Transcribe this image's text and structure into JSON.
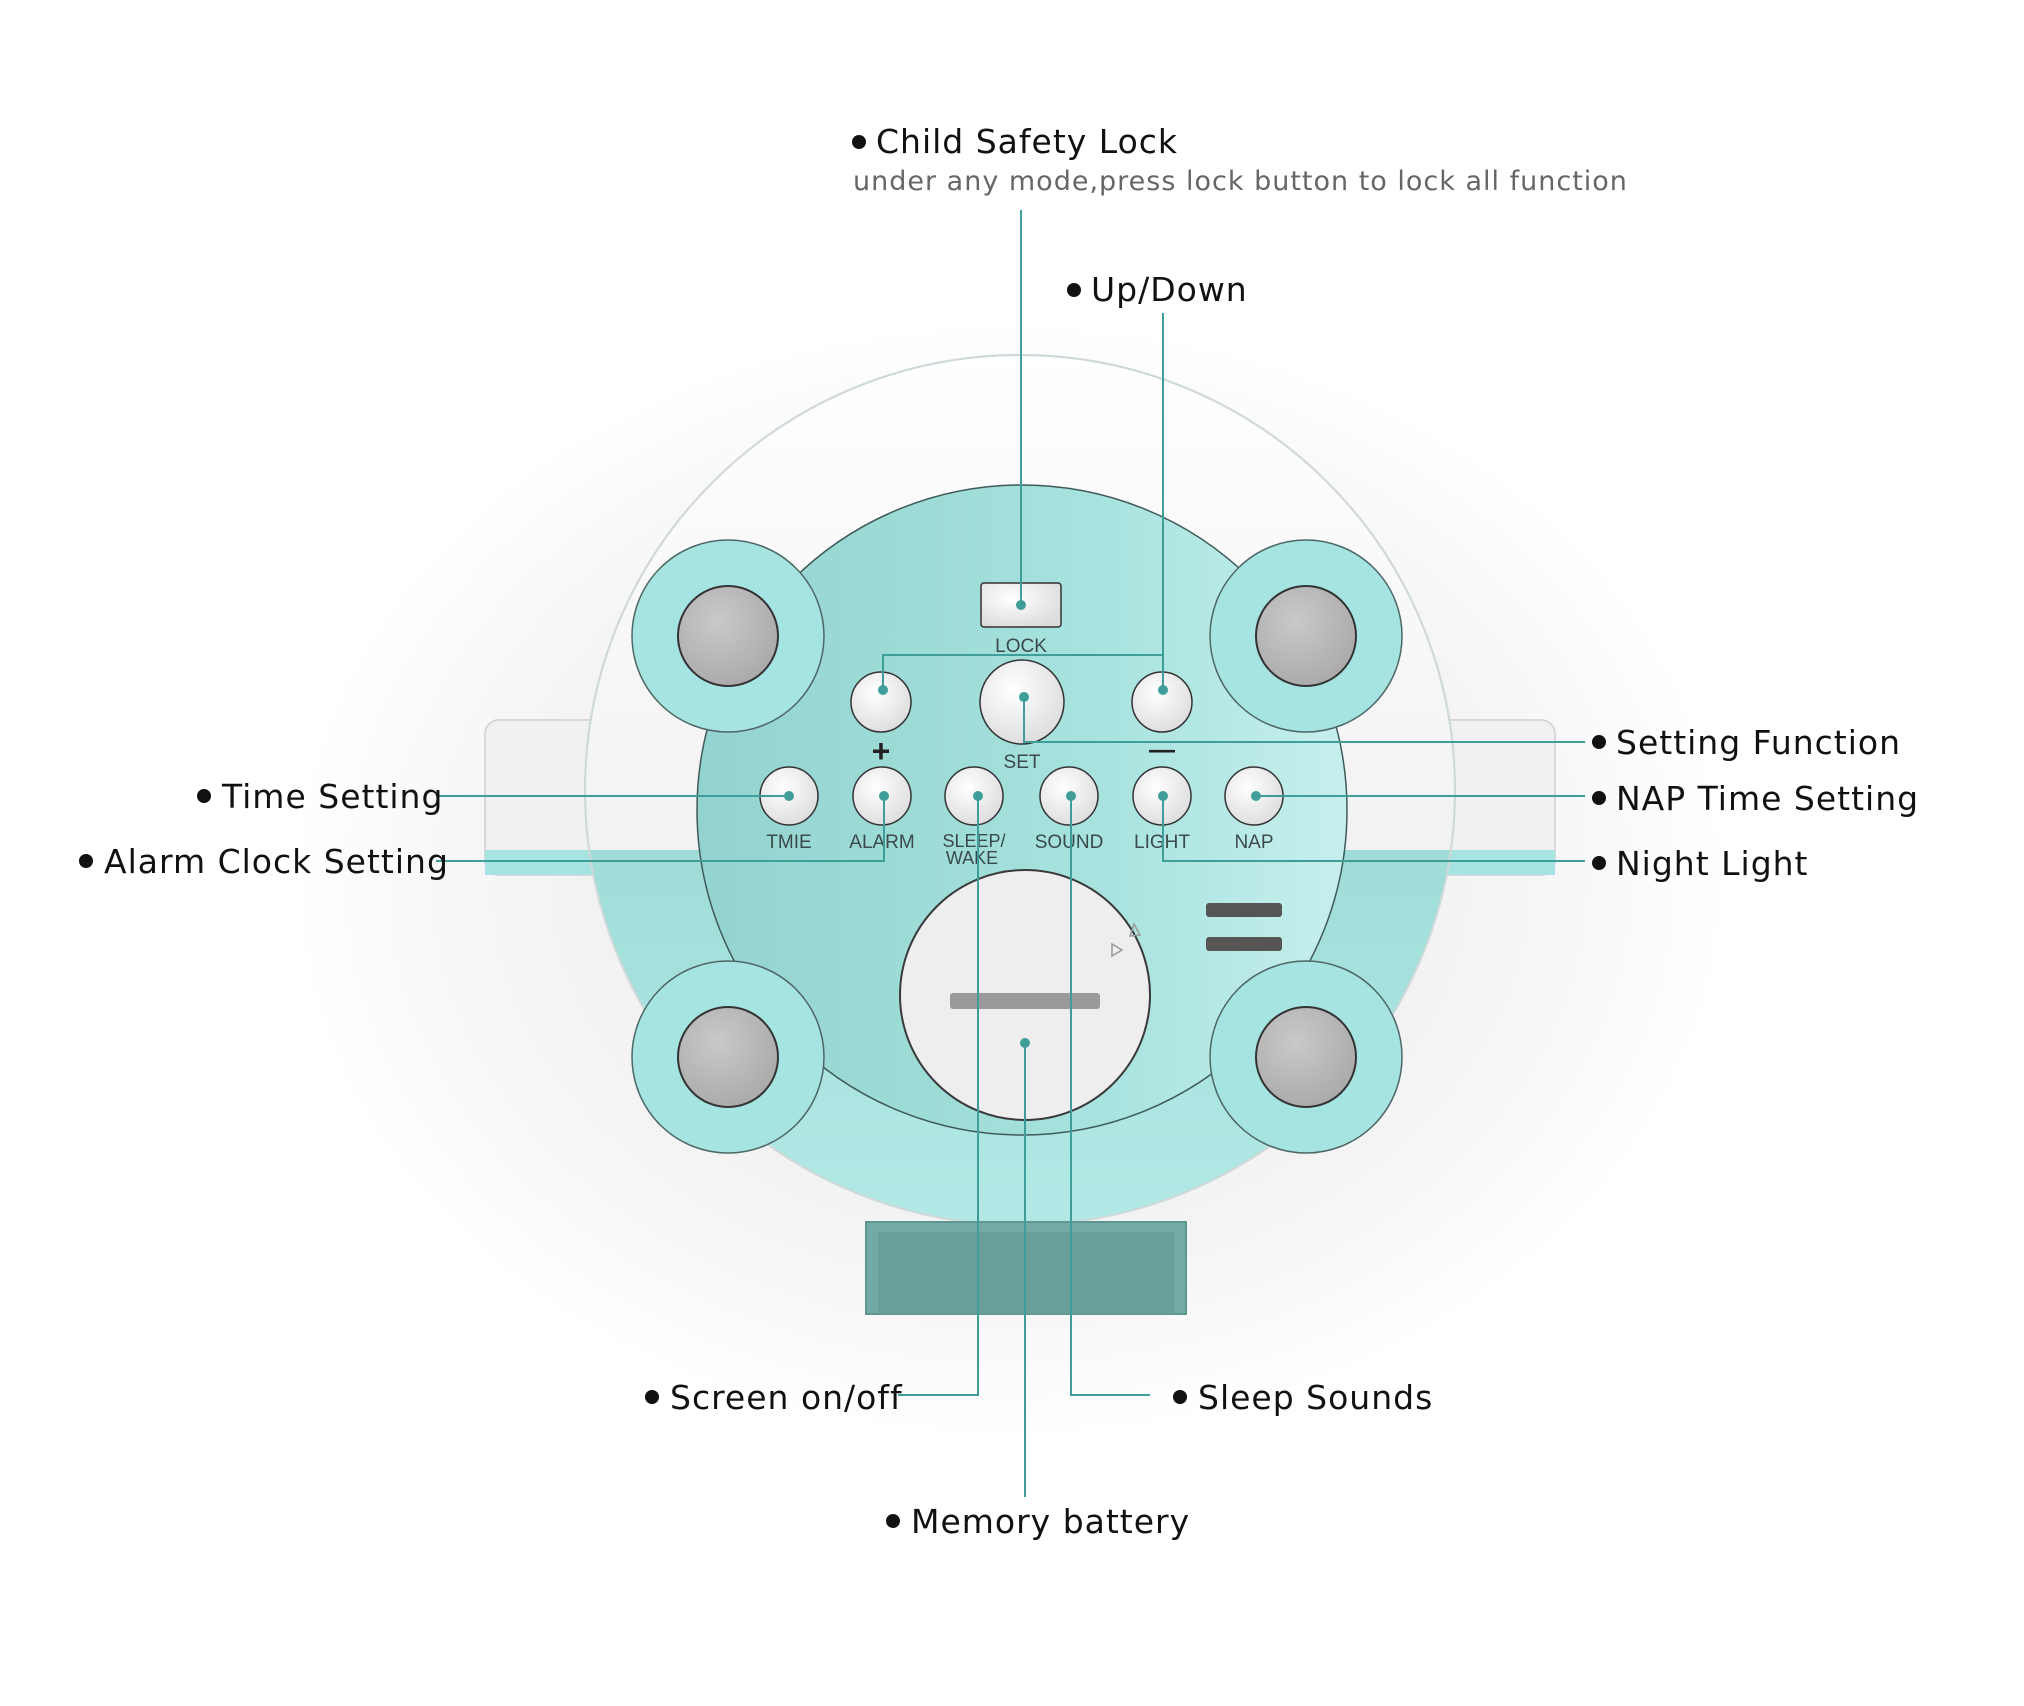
{
  "callouts": {
    "child_lock_title": "Child Safety Lock",
    "child_lock_desc": "under any mode,press lock button to lock all function",
    "up_down": "Up/Down",
    "setting_function": "Setting Function",
    "time_setting": "Time Setting",
    "nap_time_setting": "NAP Time Setting",
    "alarm_clock_setting": "Alarm Clock Setting",
    "night_light": "Night Light",
    "screen_on_off": "Screen on/off",
    "sleep_sounds": "Sleep Sounds",
    "memory_battery": "Memory battery"
  },
  "device": {
    "lock": "LOCK",
    "set": "SET",
    "plus": "+",
    "minus": "—",
    "time": "TMIE",
    "alarm": "ALARM",
    "sleep_line1": "SLEEP/",
    "sleep_line2": "WAKE",
    "sound": "SOUND",
    "light": "LIGHT",
    "nap": "NAP"
  },
  "colors": {
    "teal": "#a5e4e1",
    "teal_dark": "#8ccfcb",
    "body_white": "#f3f3f3",
    "leader": "#3f9e9a",
    "grey_pad": "#b8b8b8"
  }
}
